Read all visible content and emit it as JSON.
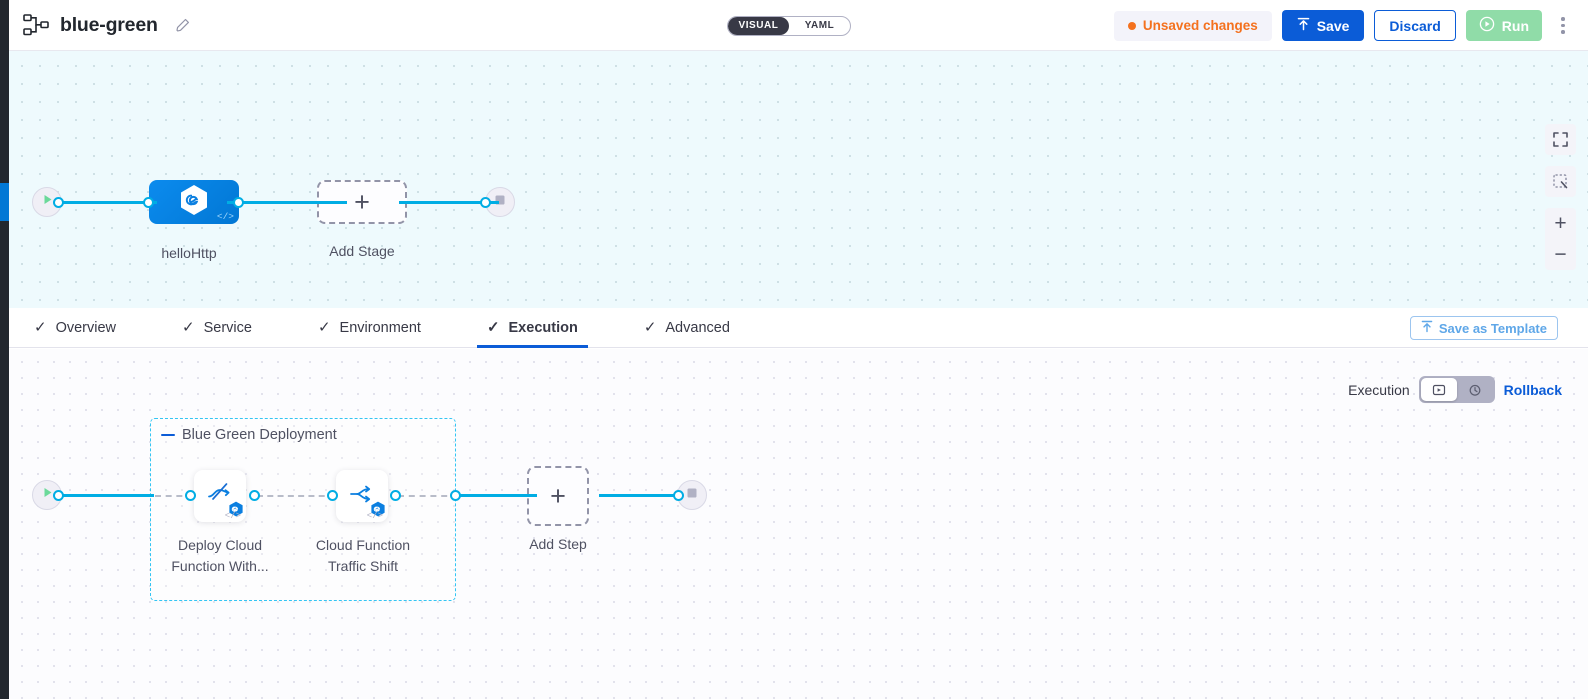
{
  "header": {
    "pipeline_icon": "pipeline-nodes-icon",
    "title": "blue-green",
    "edit_icon": "pencil-icon",
    "mode_toggle": {
      "visual": "VISUAL",
      "yaml": "YAML",
      "selected": "VISUAL"
    },
    "unsaved_label": "Unsaved changes",
    "unsaved_color": "#f4711e",
    "save_label": "Save",
    "discard_label": "Discard",
    "run_label": "Run",
    "menu_icon": "kebab-menu-icon"
  },
  "stage_canvas": {
    "start_icon": "play-icon",
    "end_icon": "stop-icon",
    "stage": {
      "label": "helloHttp",
      "icon": "harness-hexagon-icon",
      "code_glyph": "</>"
    },
    "add_stage_label": "Add Stage",
    "add_stage_icon": "plus-icon",
    "controls": {
      "fullscreen_icon": "fullscreen-icon",
      "select_area_icon": "select-area-icon",
      "zoom_in_icon": "plus-icon",
      "zoom_out_icon": "minus-icon"
    }
  },
  "tabs": {
    "items": [
      {
        "label": "Overview",
        "check": "✓",
        "active": false
      },
      {
        "label": "Service",
        "check": "✓",
        "active": false
      },
      {
        "label": "Environment",
        "check": "✓",
        "active": false
      },
      {
        "label": "Execution",
        "check": "✓",
        "active": true
      },
      {
        "label": "Advanced",
        "check": "✓",
        "active": false
      }
    ],
    "save_as_template": "Save as Template",
    "save_as_template_icon": "template-upload-icon",
    "accent_color": "#0b5cd7"
  },
  "execution_canvas": {
    "execution_label": "Execution",
    "rollback_label": "Rollback",
    "toggle_left_icon": "execution-steps-icon",
    "toggle_right_icon": "rollback-clock-icon",
    "toggle_selected": "execution",
    "start_icon": "play-icon",
    "end_icon": "stop-icon",
    "group": {
      "title": "Blue Green Deployment",
      "steps": [
        {
          "label": "Deploy Cloud\nFunction With...",
          "icon": "deploy-cloud-function-icon",
          "badge": "harness-badge-icon",
          "code_glyph": "</>"
        },
        {
          "label": "Cloud Function\nTraffic Shift",
          "icon": "traffic-shift-icon",
          "badge": "harness-badge-icon",
          "code_glyph": "</>"
        }
      ]
    },
    "add_step_label": "Add Step",
    "add_step_icon": "plus-icon"
  }
}
